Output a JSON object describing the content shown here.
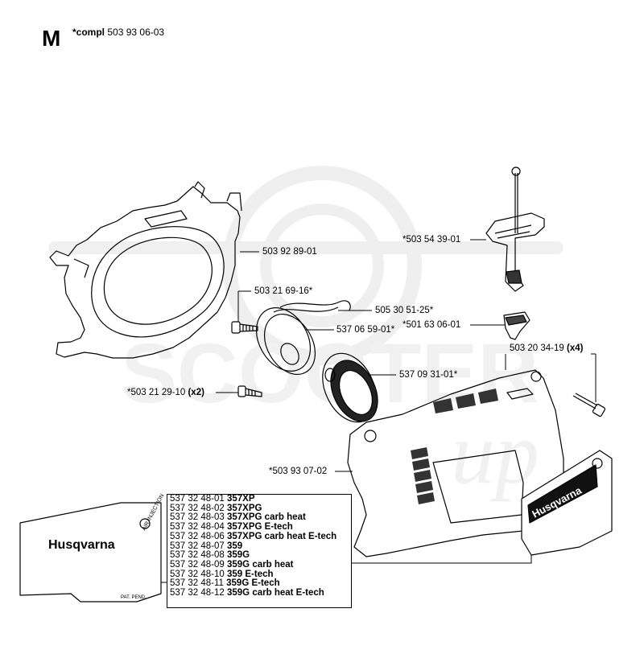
{
  "header": {
    "section_letter": "M",
    "compl_prefix": "*compl",
    "compl_number": "503 93 06-03"
  },
  "watermark": {
    "text": "SCOOTER",
    "tail_text": "up"
  },
  "parts": [
    {
      "number": "503 92 89-01",
      "qty": ""
    },
    {
      "number": "503 21 69-16*",
      "qty": ""
    },
    {
      "number": "505 30 51-25*",
      "qty": ""
    },
    {
      "number": "537 06 59-01*",
      "qty": ""
    },
    {
      "number": "537 09 31-01*",
      "qty": ""
    },
    {
      "number": "*503 21 29-10",
      "qty": "(x2)"
    },
    {
      "number": "*503 54 39-01",
      "qty": ""
    },
    {
      "number": "*501 63 06-01",
      "qty": ""
    },
    {
      "number": "503 20 34-19",
      "qty": "(x4)"
    },
    {
      "number": "*503 93 07-02",
      "qty": ""
    }
  ],
  "variants": [
    {
      "number": "537 32 48-01",
      "model": "357XP"
    },
    {
      "number": "537 32 48-02",
      "model": "357XPG"
    },
    {
      "number": "537 32 48-03",
      "model": "357XPG carb heat"
    },
    {
      "number": "537 32 48-04",
      "model": "357XPG E-tech"
    },
    {
      "number": "537 32 48-06",
      "model": "357XPG carb heat E-tech"
    },
    {
      "number": "537 32 48-07",
      "model": "359"
    },
    {
      "number": "537 32 48-08",
      "model": "359G"
    },
    {
      "number": "537 32 48-09",
      "model": "359G carb heat"
    },
    {
      "number": "537 32 48-10",
      "model": "359 E-tech"
    },
    {
      "number": "537 32 48-11",
      "model": "359G E-tech"
    },
    {
      "number": "537 32 48-12",
      "model": "359G carb heat E-tech"
    }
  ],
  "decal": {
    "brand": "Husqvarna",
    "side_text": "AIR INJECTION",
    "pat_text": "PAT. PEND."
  }
}
